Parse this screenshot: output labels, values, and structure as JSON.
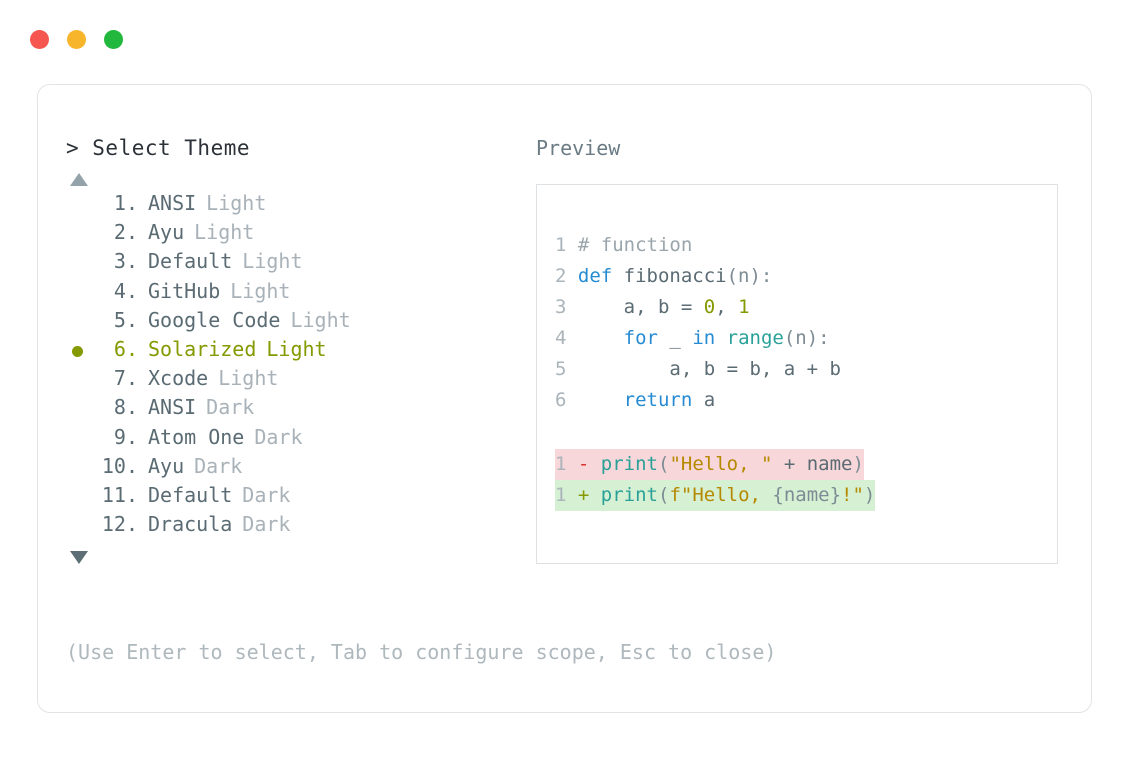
{
  "window": {
    "traffic_lights": [
      {
        "name": "close",
        "color": "#f5564f"
      },
      {
        "name": "minimize",
        "color": "#f7b52c"
      },
      {
        "name": "maximize",
        "color": "#22b83e"
      }
    ]
  },
  "picker": {
    "prompt": "> Select Theme",
    "scroll_up_icon": "triangle-up",
    "scroll_down_icon": "triangle-down",
    "selected_index": 6,
    "selection_bullet": "●",
    "selection_color": "#859900",
    "items": [
      {
        "index": "1.",
        "name": "ANSI",
        "variant": "Light",
        "selected": false
      },
      {
        "index": "2.",
        "name": "Ayu",
        "variant": "Light",
        "selected": false
      },
      {
        "index": "3.",
        "name": "Default",
        "variant": "Light",
        "selected": false
      },
      {
        "index": "4.",
        "name": "GitHub",
        "variant": "Light",
        "selected": false
      },
      {
        "index": "5.",
        "name": "Google Code",
        "variant": "Light",
        "selected": false
      },
      {
        "index": "6.",
        "name": "Solarized",
        "variant": "Light",
        "selected": true
      },
      {
        "index": "7.",
        "name": "Xcode",
        "variant": "Light",
        "selected": false
      },
      {
        "index": "8.",
        "name": "ANSI",
        "variant": "Dark",
        "selected": false
      },
      {
        "index": "9.",
        "name": "Atom One",
        "variant": "Dark",
        "selected": false
      },
      {
        "index": "10.",
        "name": "Ayu",
        "variant": "Dark",
        "selected": false
      },
      {
        "index": "11.",
        "name": "Default",
        "variant": "Dark",
        "selected": false
      },
      {
        "index": "12.",
        "name": "Dracula",
        "variant": "Dark",
        "selected": false
      }
    ]
  },
  "preview": {
    "label": "Preview",
    "code_lines": [
      {
        "number": "1",
        "tokens": [
          {
            "t": "# function",
            "c": "c-com"
          }
        ]
      },
      {
        "number": "2",
        "tokens": [
          {
            "t": "def ",
            "c": "c-kw"
          },
          {
            "t": "fibonacci",
            "c": "c-plain"
          },
          {
            "t": "(n):",
            "c": "c-punct"
          }
        ]
      },
      {
        "number": "3",
        "tokens": [
          {
            "t": "    a, b = ",
            "c": "c-plain"
          },
          {
            "t": "0",
            "c": "c-num"
          },
          {
            "t": ", ",
            "c": "c-plain"
          },
          {
            "t": "1",
            "c": "c-num"
          }
        ]
      },
      {
        "number": "4",
        "tokens": [
          {
            "t": "    ",
            "c": "c-plain"
          },
          {
            "t": "for",
            "c": "c-kw"
          },
          {
            "t": " _ ",
            "c": "c-plain"
          },
          {
            "t": "in",
            "c": "c-kw"
          },
          {
            "t": " ",
            "c": "c-plain"
          },
          {
            "t": "range",
            "c": "c-fn"
          },
          {
            "t": "(n):",
            "c": "c-punct"
          }
        ]
      },
      {
        "number": "5",
        "tokens": [
          {
            "t": "        a, b = b, a + b",
            "c": "c-plain"
          }
        ]
      },
      {
        "number": "6",
        "tokens": [
          {
            "t": "    ",
            "c": "c-plain"
          },
          {
            "t": "return",
            "c": "c-kw"
          },
          {
            "t": " a",
            "c": "c-plain"
          }
        ]
      }
    ],
    "diff_lines": [
      {
        "number": "1",
        "marker": "-",
        "kind": "minus",
        "bg": "#f7d7d9",
        "tokens": [
          {
            "t": "print",
            "c": "c-fn"
          },
          {
            "t": "(",
            "c": "c-punct"
          },
          {
            "t": "\"Hello, \"",
            "c": "c-str"
          },
          {
            "t": " + ",
            "c": "c-plain"
          },
          {
            "t": "name",
            "c": "c-plain"
          },
          {
            "t": ")",
            "c": "c-punct"
          }
        ]
      },
      {
        "number": "1",
        "marker": "+",
        "kind": "plus",
        "bg": "#d6f0d3",
        "tokens": [
          {
            "t": "print",
            "c": "c-fn"
          },
          {
            "t": "(",
            "c": "c-punct"
          },
          {
            "t": "f\"Hello, ",
            "c": "c-str"
          },
          {
            "t": "{name}",
            "c": "c-punct"
          },
          {
            "t": "!\"",
            "c": "c-str"
          },
          {
            "t": ")",
            "c": "c-punct"
          }
        ]
      }
    ]
  },
  "footer": {
    "hint": "(Use Enter to select, Tab to configure scope, Esc to close)"
  }
}
